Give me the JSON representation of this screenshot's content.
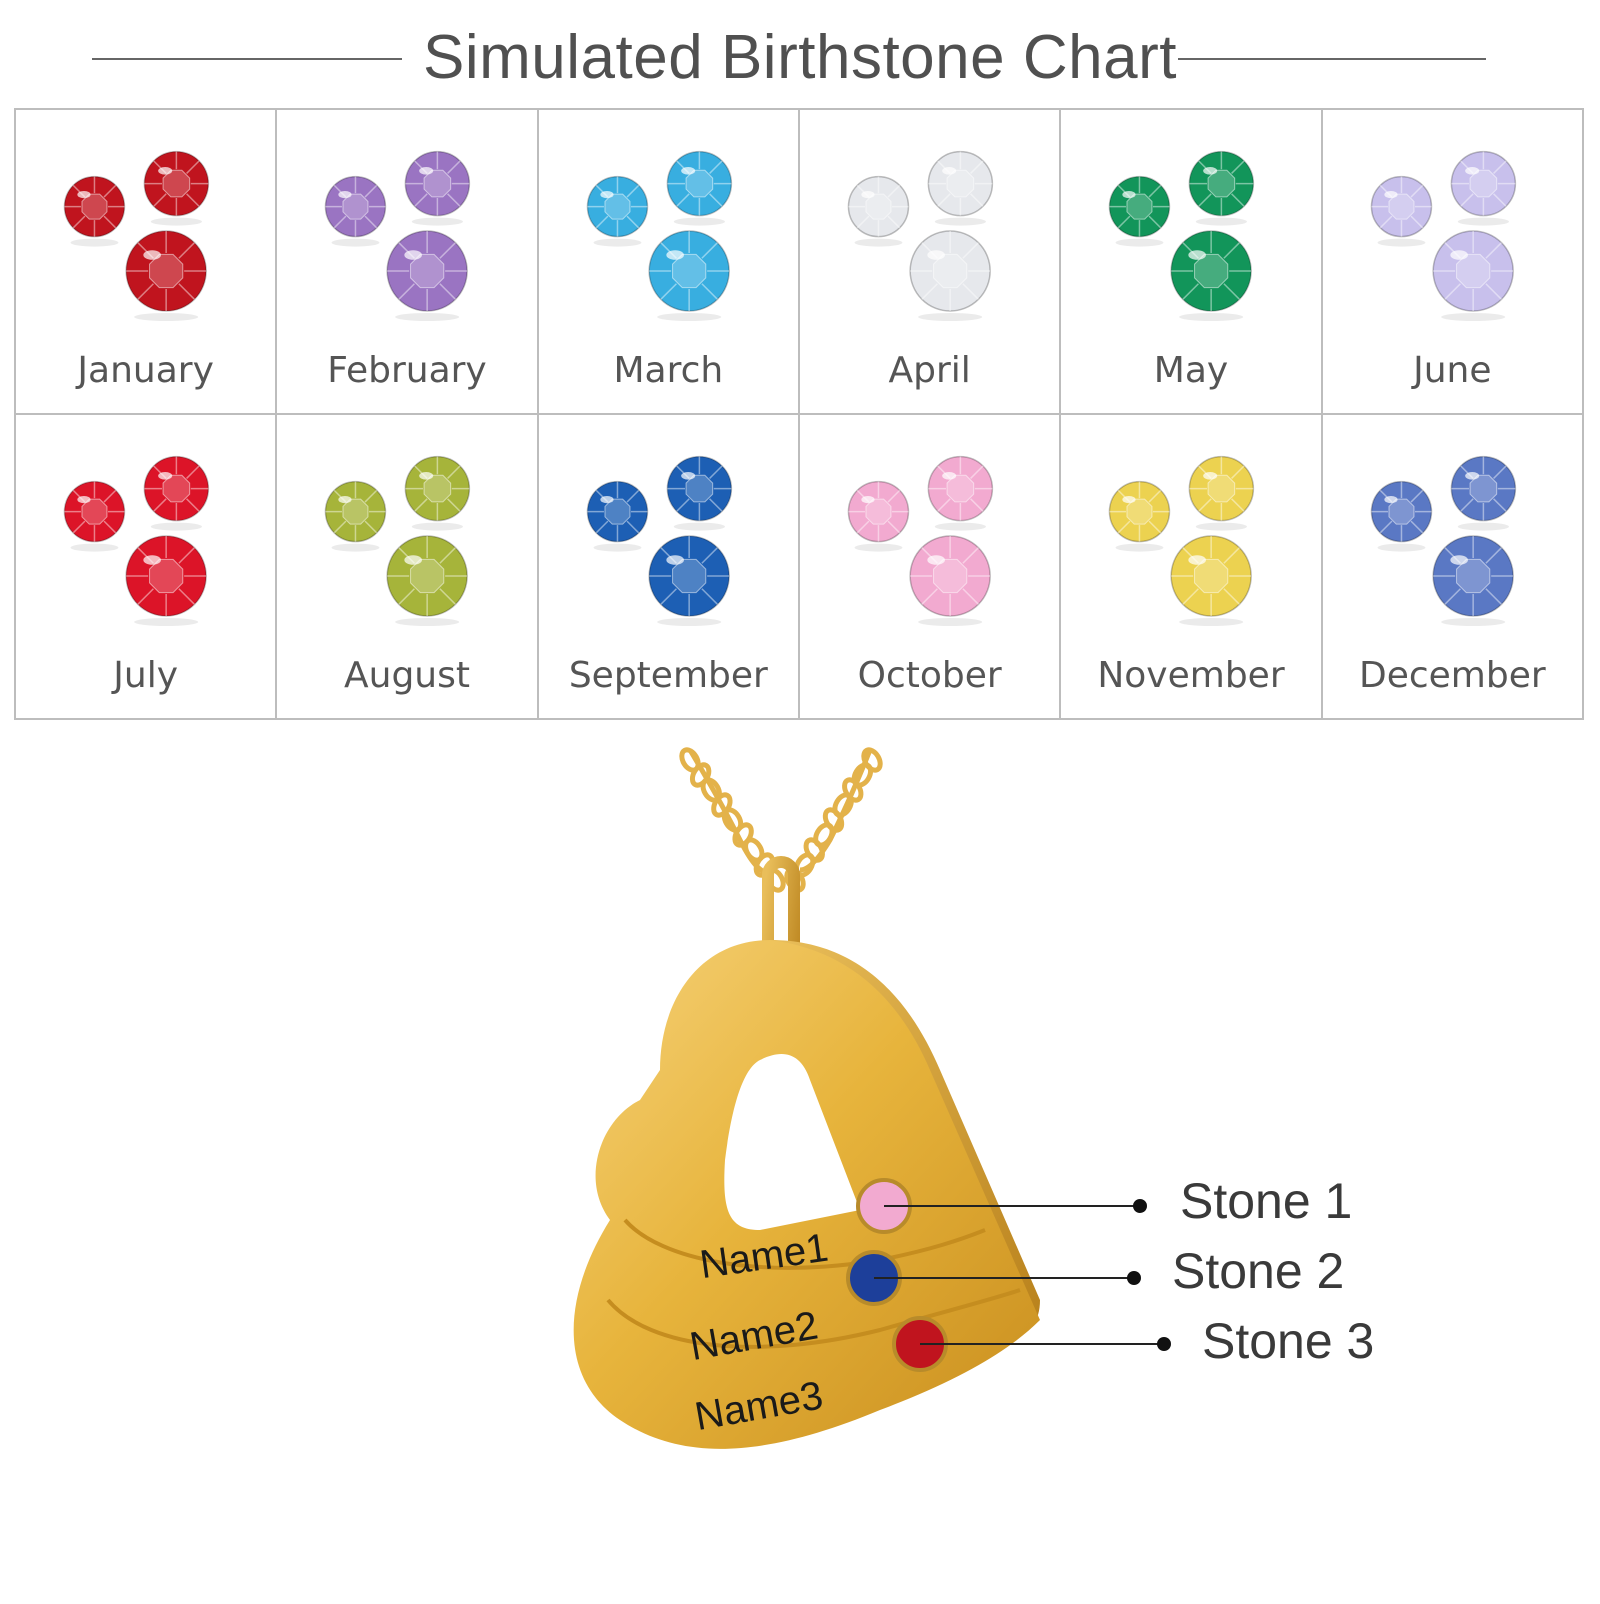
{
  "title": "Simulated Birthstone Chart",
  "months": [
    {
      "label": "January",
      "color": "#c0141e"
    },
    {
      "label": "February",
      "color": "#9a74c2"
    },
    {
      "label": "March",
      "color": "#38aee0"
    },
    {
      "label": "April",
      "color": "#e6e8ec"
    },
    {
      "label": "May",
      "color": "#12955a"
    },
    {
      "label": "June",
      "color": "#c8c0ec"
    },
    {
      "label": "July",
      "color": "#dc1428"
    },
    {
      "label": "August",
      "color": "#a6b43a"
    },
    {
      "label": "September",
      "color": "#1d5fb4"
    },
    {
      "label": "October",
      "color": "#f2aad0"
    },
    {
      "label": "November",
      "color": "#ecd250"
    },
    {
      "label": "December",
      "color": "#5a78c4"
    }
  ],
  "pendant": {
    "metal_color": "#e8b53a",
    "names": [
      "Name1",
      "Name2",
      "Name3"
    ],
    "stones": [
      {
        "label": "Stone 1",
        "color": "#f2aad0"
      },
      {
        "label": "Stone 2",
        "color": "#1d3f9a"
      },
      {
        "label": "Stone 3",
        "color": "#c0141e"
      }
    ]
  }
}
